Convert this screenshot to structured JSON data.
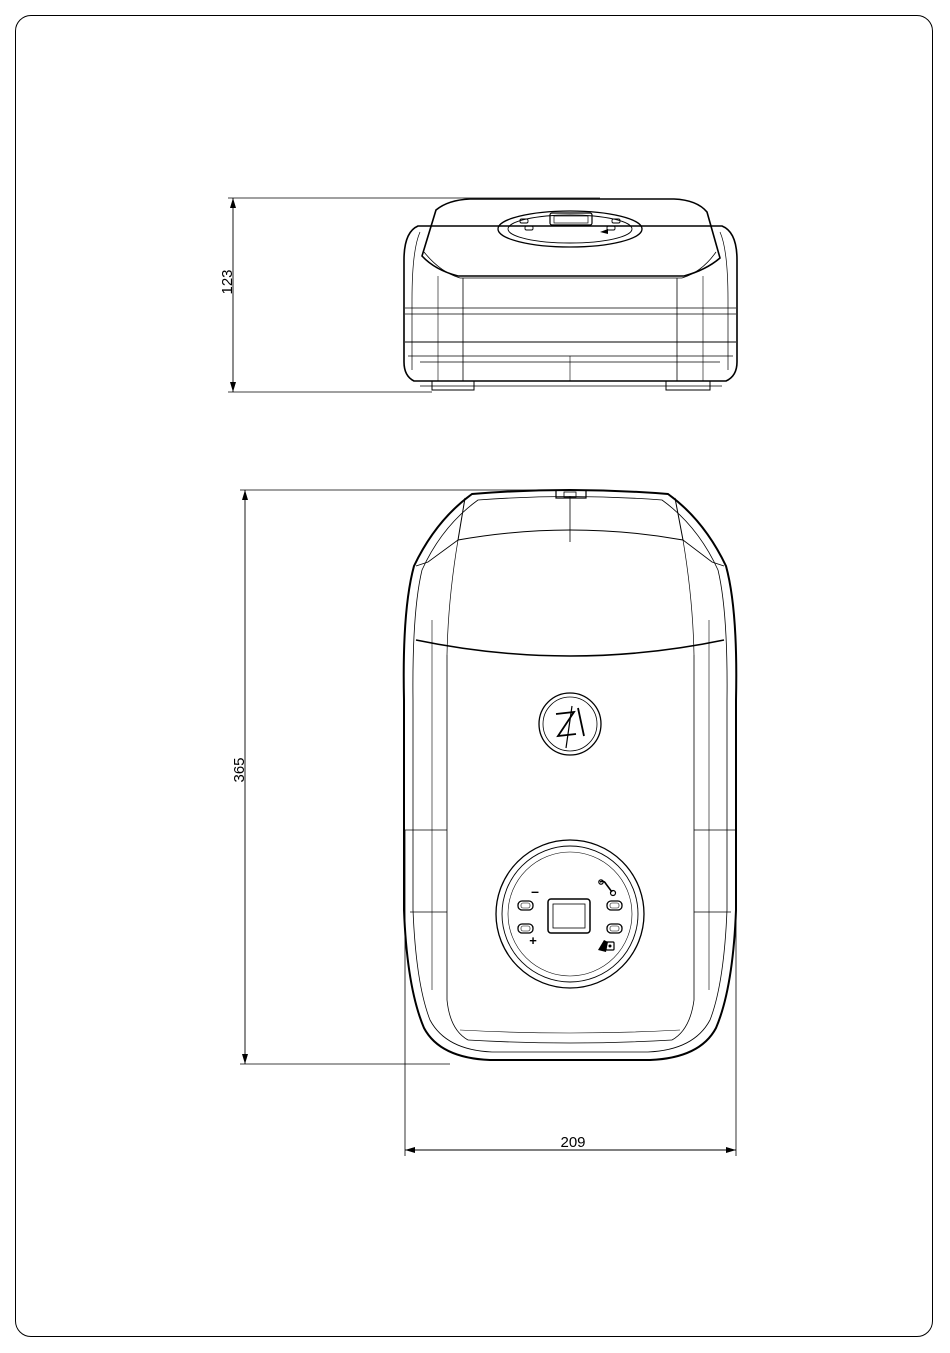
{
  "drawing": {
    "dimensions": {
      "side_height": "123",
      "front_height": "365",
      "front_width": "209"
    },
    "panel_symbols": {
      "minus": "–",
      "plus": "+"
    }
  }
}
